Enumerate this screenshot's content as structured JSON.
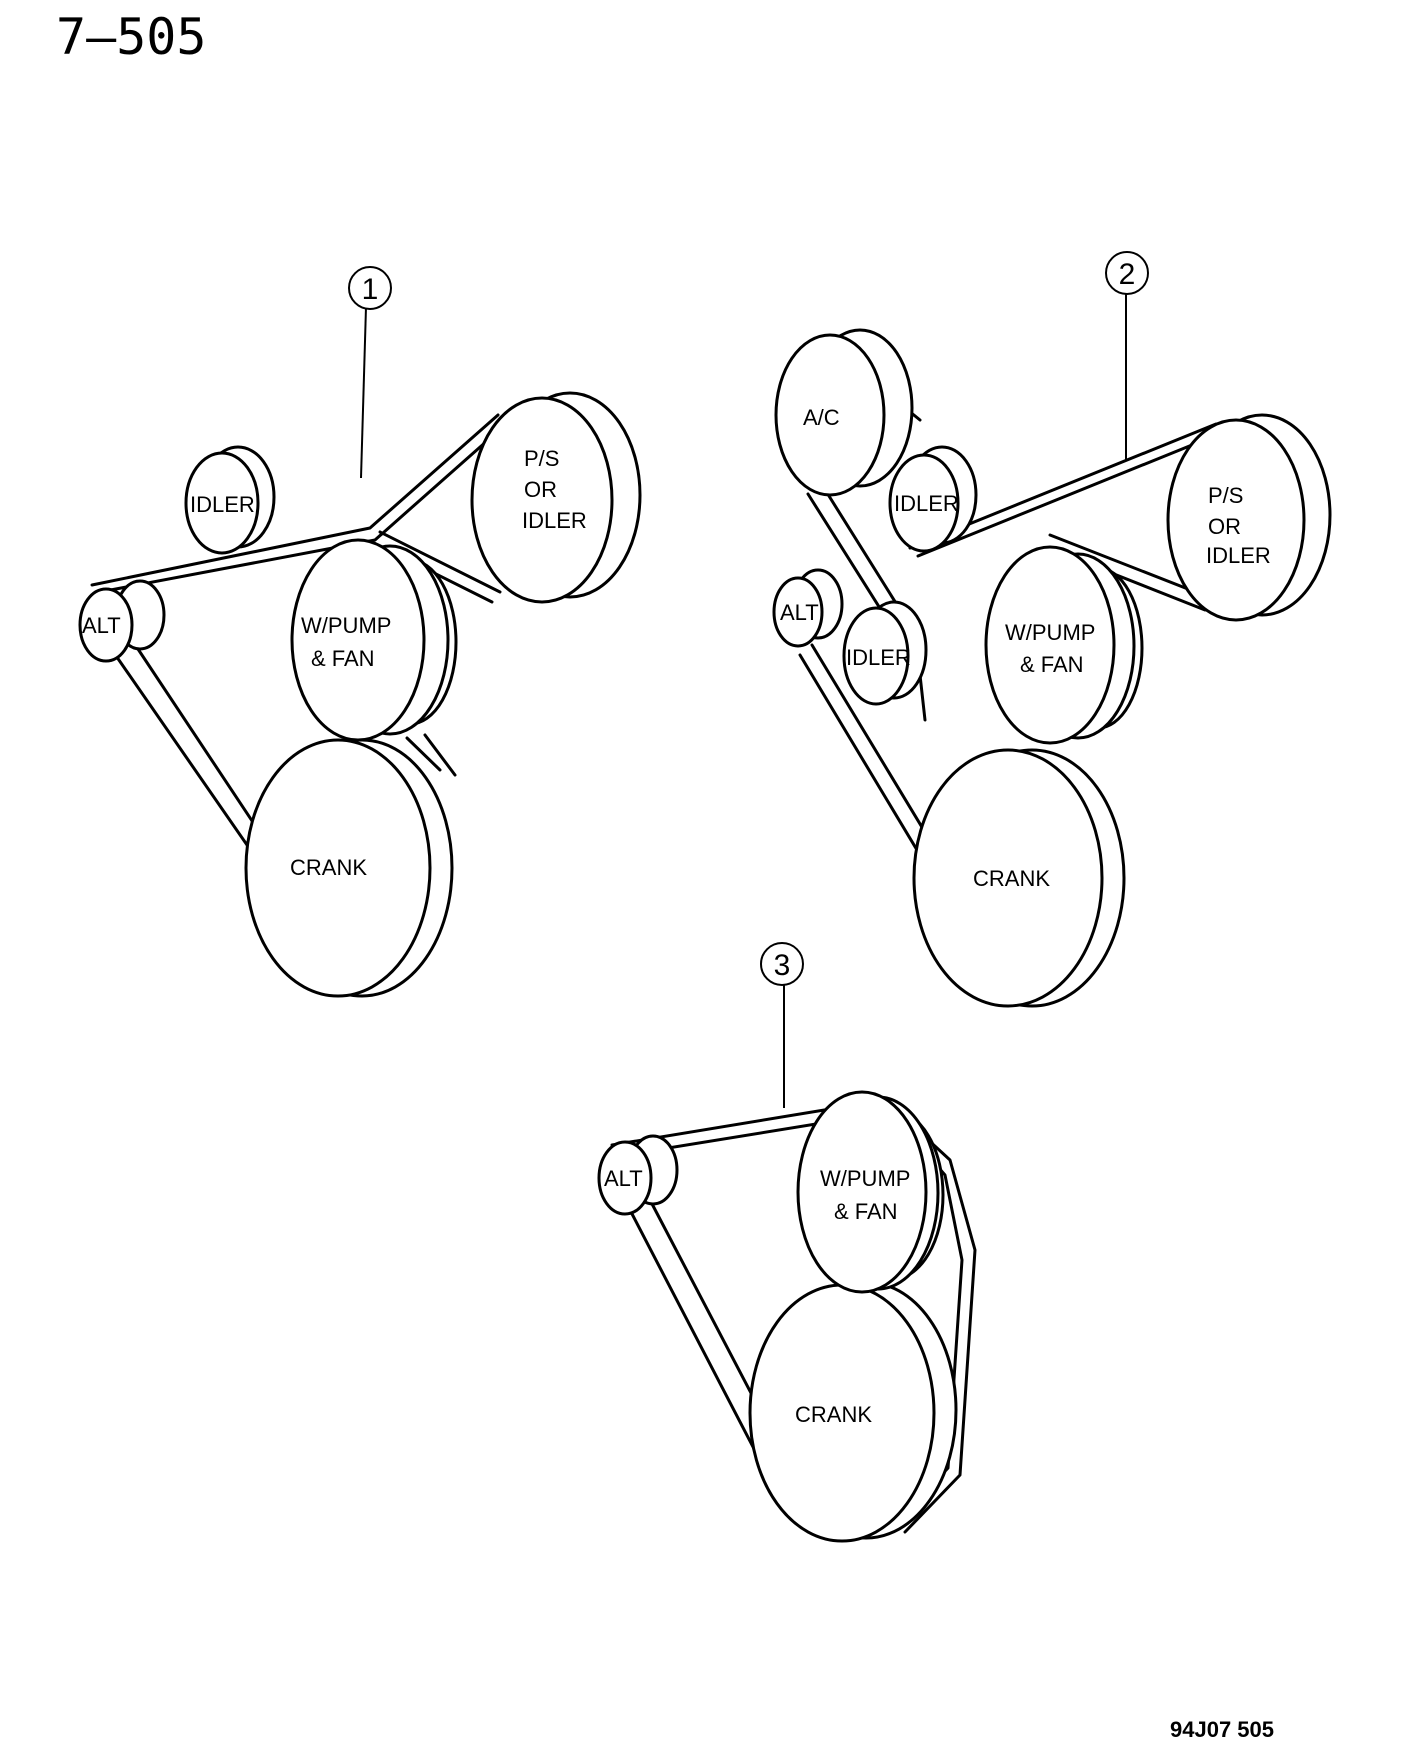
{
  "page_title": "7–505",
  "figure_code": "94J07  505",
  "diagrams": [
    {
      "callout": "1",
      "labels": {
        "idler": "IDLER",
        "ps": [
          "P/S",
          "OR",
          "IDLER"
        ],
        "alt": "ALT",
        "wpump": [
          "W/PUMP",
          "& FAN"
        ],
        "crank": "CRANK"
      }
    },
    {
      "callout": "2",
      "labels": {
        "ac": "A/C",
        "idler_top": "IDLER",
        "ps": [
          "P/S",
          "OR",
          "IDLER"
        ],
        "alt": "ALT",
        "idler_lower": "IDLER",
        "wpump": [
          "W/PUMP",
          "& FAN"
        ],
        "crank": "CRANK"
      }
    },
    {
      "callout": "3",
      "labels": {
        "alt": "ALT",
        "wpump": [
          "W/PUMP",
          "& FAN"
        ],
        "crank": "CRANK"
      }
    }
  ]
}
